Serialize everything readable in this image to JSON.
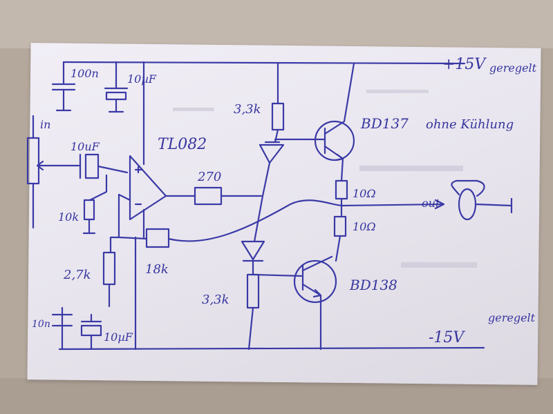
{
  "colors": {
    "ink": "#3a39a6",
    "paper": "#ece9f1",
    "background": "#b7aba0"
  },
  "labels": {
    "supply_pos": "+15V",
    "supply_pos_note": "geregelt",
    "supply_neg": "-15V",
    "supply_neg_note": "geregelt",
    "c_100n": "100n",
    "c_10u_top": "10µF",
    "c_10u_in": "10uF",
    "input": "in",
    "opamp": "TL082",
    "r_270": "270",
    "r_3k3_top": "3,3k",
    "r_3k3_bottom": "3,3k",
    "r_10k": "10k",
    "r_2k7": "2,7k",
    "r_18k": "18k",
    "r_10r_top": "10Ω",
    "r_10r_bottom": "10Ω",
    "c_10n": "10n",
    "c_10u_bottom": "10µF",
    "q_top": "BD137",
    "q_top_note": "ohne Kühlung",
    "q_bottom": "BD138",
    "output": "out"
  },
  "icons": {
    "speaker": "speaker-icon",
    "transistor": "transistor-icon",
    "diode": "diode-icon",
    "opamp": "opamp-icon",
    "potentiometer": "potentiometer-icon"
  }
}
